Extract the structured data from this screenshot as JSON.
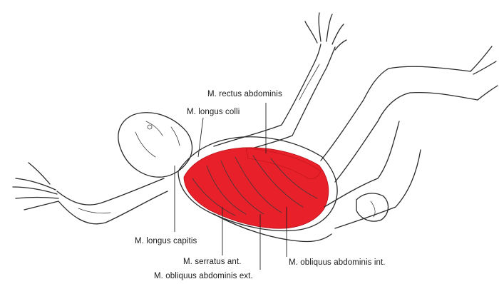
{
  "colors": {
    "muscle": "#e8202a",
    "muscle_dark": "#b5121b",
    "ink": "#2a2a2a"
  },
  "labels": {
    "rectus": "M. rectus abdominis",
    "longus_colli": "M. longus colli",
    "longus_capitis": "M. longus capitis",
    "serratus": "M. serratus ant.",
    "obliquus_ext": "M. obliquus abdominis ext.",
    "obliquus_int": "M. obliquus abdominis int."
  }
}
